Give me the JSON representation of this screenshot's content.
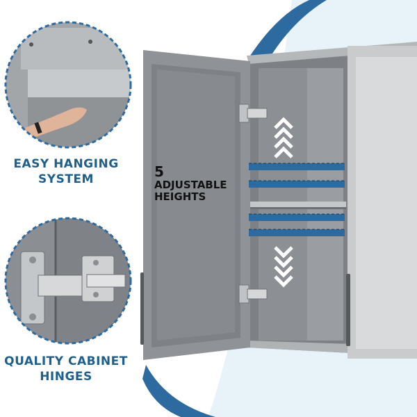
{
  "features": {
    "hanging": {
      "line1": "EASY HANGING",
      "line2": "SYSTEM",
      "icon": "hand-lifting-panel-photo"
    },
    "hinges": {
      "line1": "QUALITY CABINET",
      "line2": "HINGES",
      "icon": "cabinet-hinge-photo"
    }
  },
  "shelf_callout": {
    "number": "5",
    "line1": "ADJUSTABLE",
    "line2": "HEIGHTS"
  },
  "colors": {
    "accent_blue": "#1f5f8b",
    "swoosh_blue": "#2c6aa0",
    "cabinet_gray": "#8e9296",
    "cabinet_light": "#d4d6d8"
  }
}
